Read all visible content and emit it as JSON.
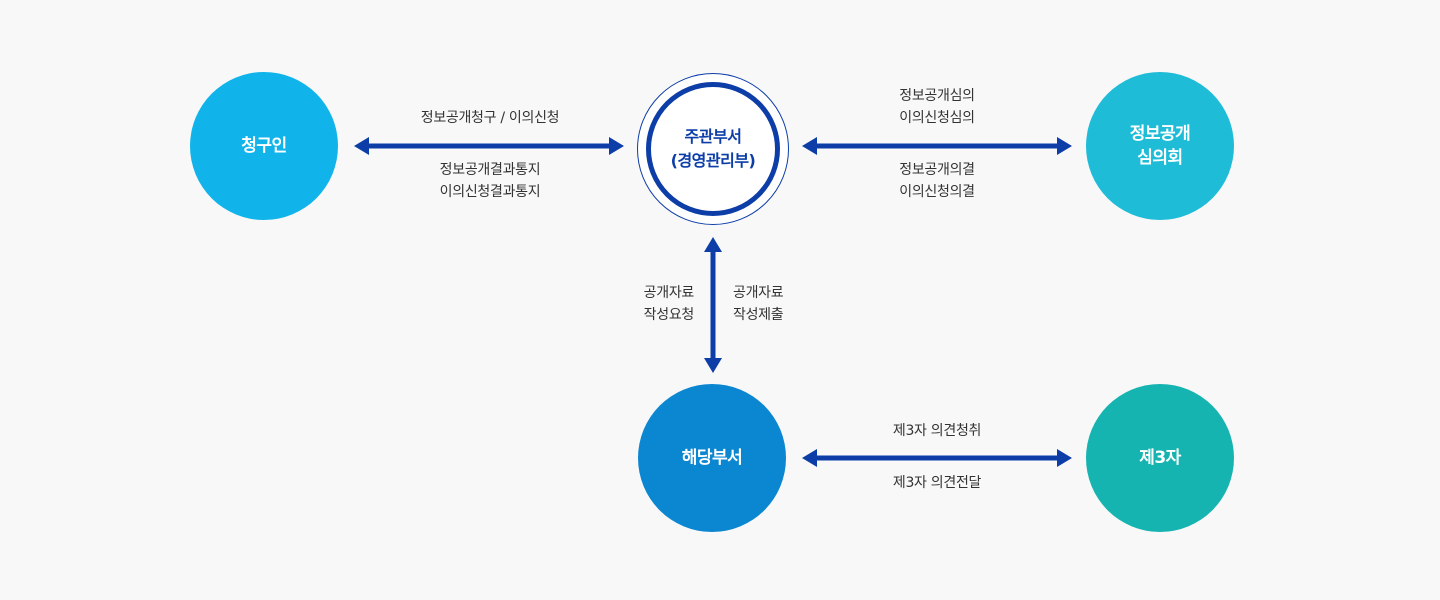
{
  "nodes": {
    "requester": "청구인",
    "main_dept": [
      "주관부서",
      "(경영관리부)"
    ],
    "committee": [
      "정보공개",
      "심의회"
    ],
    "dept_responsible": "해당부서",
    "third_party": "제3자"
  },
  "edges": {
    "requester_main": {
      "top": "정보공개청구 / 이의신청",
      "bottom": [
        "정보공개결과통지",
        "이의신청결과통지"
      ]
    },
    "main_committee": {
      "top": [
        "정보공개심의",
        "이의신청심의"
      ],
      "bottom": [
        "정보공개의결",
        "이의신청의결"
      ]
    },
    "main_dept_responsible": {
      "left": [
        "공개자료",
        "작성요청"
      ],
      "right": [
        "공개자료",
        "작성제출"
      ]
    },
    "dept_third": {
      "top": "제3자 의견청취",
      "bottom": "제3자 의견전달"
    }
  },
  "colors": {
    "background": "#f8f8f9",
    "arrow": "#0d3ea8",
    "requester": "#10b4ea",
    "main_dept_border": "#0d3ea8",
    "committee": "#1fbcd8",
    "dept_responsible": "#0b86d1",
    "third_party": "#16b4b0"
  }
}
